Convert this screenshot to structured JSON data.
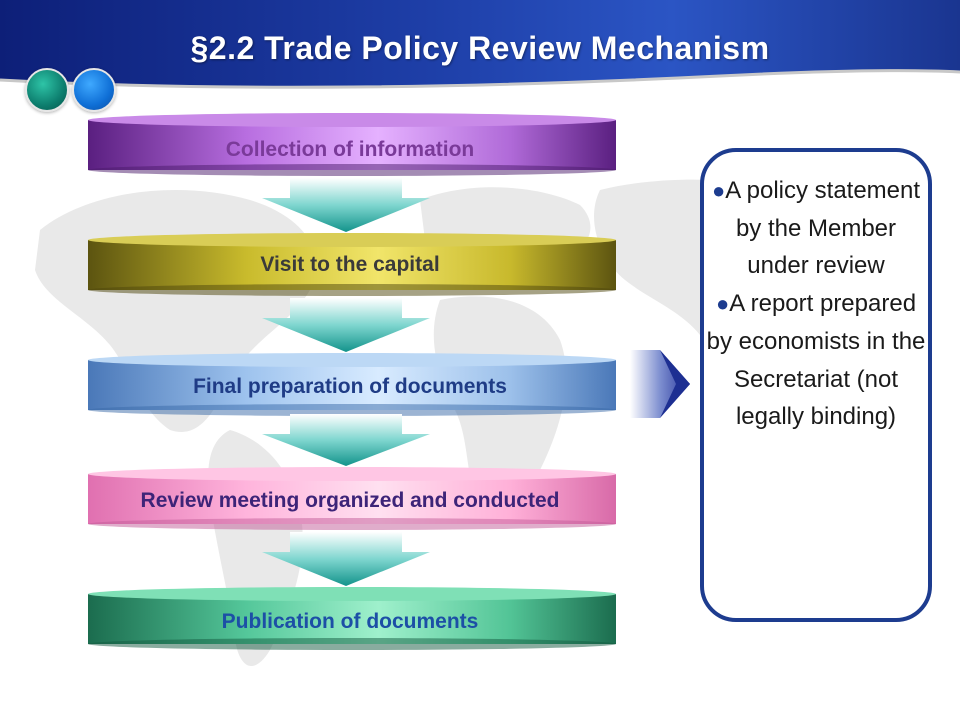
{
  "slide": {
    "title": "§2.2 Trade Policy Review Mechanism"
  },
  "steps": [
    {
      "label": "Collection of information",
      "color": "#7a3a99"
    },
    {
      "label": "Visit to the capital",
      "color": "#3a3a3a"
    },
    {
      "label": "Final preparation of documents",
      "color": "#1f3c86"
    },
    {
      "label": "Review meeting organized and conducted",
      "color": "#3d2478"
    },
    {
      "label": "Publication of documents",
      "color": "#1c4fa6"
    }
  ],
  "info_box": {
    "bullet_1": "A policy statement by the Member under review",
    "bullet_2": "A report prepared by economists in the Secretariat (not legally binding)"
  },
  "colors": {
    "header": "#1e3fa8",
    "border": "#1d3c8f"
  }
}
